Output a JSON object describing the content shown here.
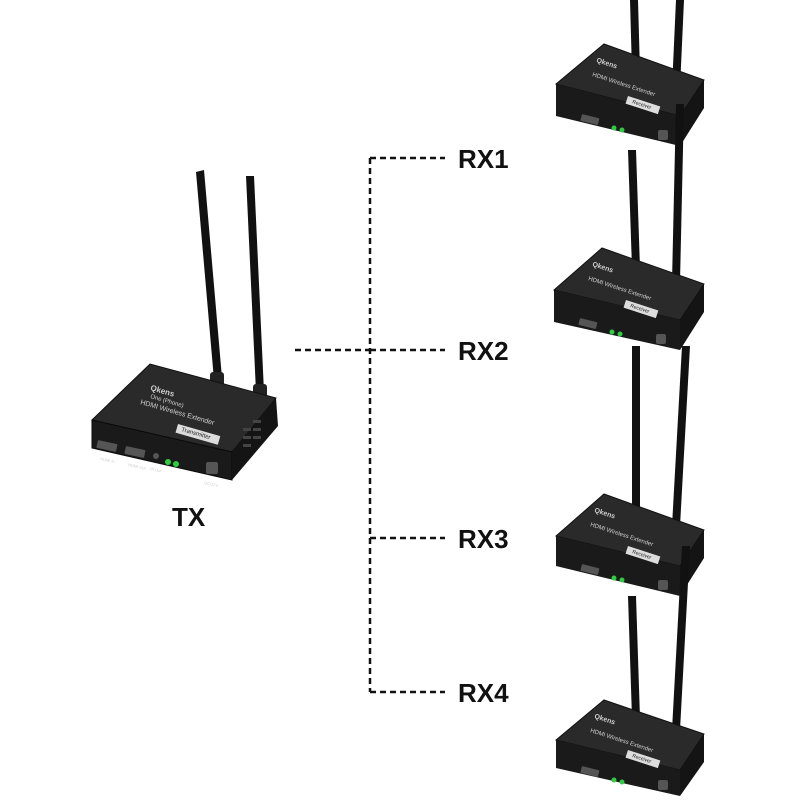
{
  "diagram": {
    "transmitter_label": "TX",
    "receiver_labels": [
      "RX1",
      "RX2",
      "RX3",
      "RX4"
    ]
  },
  "device_text": {
    "brand": "Qkens",
    "line1": "One (Phone)",
    "line2": "HDMI Wireless Extender",
    "tx_badge": "Transmitter",
    "rx_badge": "Receiver",
    "port_hdmi_in": "HDMI In",
    "port_hdmi_out": "HDMI Out",
    "port_ir_out": "IR Out",
    "port_ir_in": "IR In",
    "port_dc": "DC/12V"
  },
  "colors": {
    "device_body": "#1c1c1c",
    "device_top": "#2a2a2a",
    "antenna": "#111111",
    "led": "#2ecc40",
    "connector_line": "#111111"
  }
}
